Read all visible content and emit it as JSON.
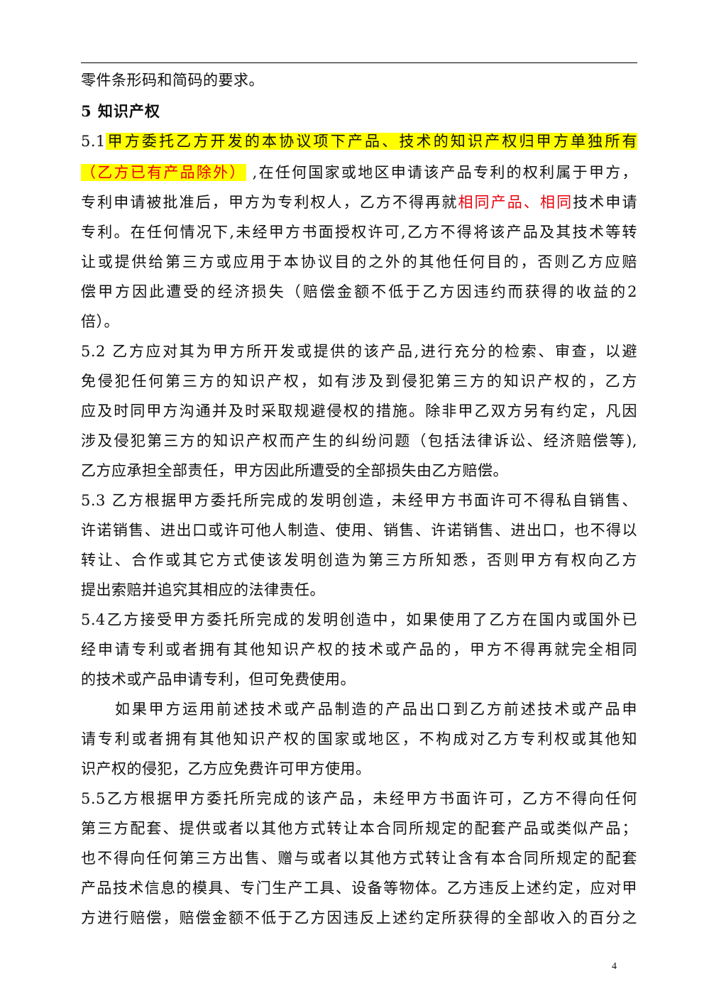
{
  "lines": [
    {
      "text": "零件条形码和简码的要求。"
    },
    {
      "text": "5 知识产权"
    },
    {
      "num": "5.1",
      "hl": "甲方委托乙方开发的本协议项下产品、技术的知识产权归甲方单独所有"
    },
    {
      "hl_red": "（乙方已有产品除外）",
      "rest": "  ,在任何国家或地区申请该产品专利的权利属于甲方，"
    },
    {
      "pre": "专利申请被批准后，甲方为专利权人，乙方不得再就",
      "red": "相同产品、相同",
      "post": "技术申请"
    },
    {
      "text": "专利。在任何情况下,未经甲方书面授权许可,乙方不得将该产品及其技术等转"
    },
    {
      "text": "让或提供给第三方或应用于本协议目的之外的其他任何目的，否则乙方应赔"
    },
    {
      "text": "偿甲方因此遭受的经济损失（赔偿金额不低于乙方因违约而获得的收益的2"
    },
    {
      "text": "倍）。"
    },
    {
      "text": "5.2 乙方应对其为甲方所开发或提供的该产品,进行充分的检索、审查，以避"
    },
    {
      "text": "免侵犯任何第三方的知识产权，如有涉及到侵犯第三方的知识产权的，乙方"
    },
    {
      "text": "应及时同甲方沟通并及时采取规避侵权的措施。除非甲乙双方另有约定，凡因"
    },
    {
      "text": "涉及侵犯第三方的知识产权而产生的纠纷问题（包括法律诉讼、经济赔偿等),"
    },
    {
      "text": "乙方应承担全部责任，甲方因此所遭受的全部损失由乙方赔偿。"
    },
    {
      "text": "5.3 乙方根据甲方委托所完成的发明创造，未经甲方书面许可不得私自销售、"
    },
    {
      "text": "许诺销售、进出口或许可他人制造、使用、销售、许诺销售、进出口，也不得以"
    },
    {
      "text": "转让、合作或其它方式使该发明创造为第三方所知悉，否则甲方有权向乙方"
    },
    {
      "text": "提出索赔并追究其相应的法律责任。"
    },
    {
      "text": "5.4乙方接受甲方委托所完成的发明创造中，如果使用了乙方在国内或国外已"
    },
    {
      "text": "经申请专利或者拥有其他知识产权的技术或产品的，甲方不得再就完全相同"
    },
    {
      "text": "的技术或产品申请专利，但可免费使用。"
    },
    {
      "text": "如果甲方运用前述技术或产品制造的产品出口到乙方前述技术或产品申"
    },
    {
      "text": "请专利或者拥有其他知识产权的国家或地区，不构成对乙方专利权或其他知"
    },
    {
      "text": "识产权的侵犯，乙方应免费许可甲方使用。"
    },
    {
      "text": "5.5乙方根据甲方委托所完成的该产品，未经甲方书面许可，乙方不得向任何"
    },
    {
      "text": "第三方配套、提供或者以其他方式转让本合同所规定的配套产品或类似产品；"
    },
    {
      "text": "也不得向任何第三方出售、赠与或者以其他方式转让含有本合同所规定的配套"
    },
    {
      "text": "产品技术信息的模具、专门生产工具、设备等物体。乙方违反上述约定，应对甲"
    },
    {
      "text": "方进行赔偿，赔偿金额不低于乙方因违反上述约定所获得的全部收入的百分之"
    }
  ],
  "page_number": "4"
}
